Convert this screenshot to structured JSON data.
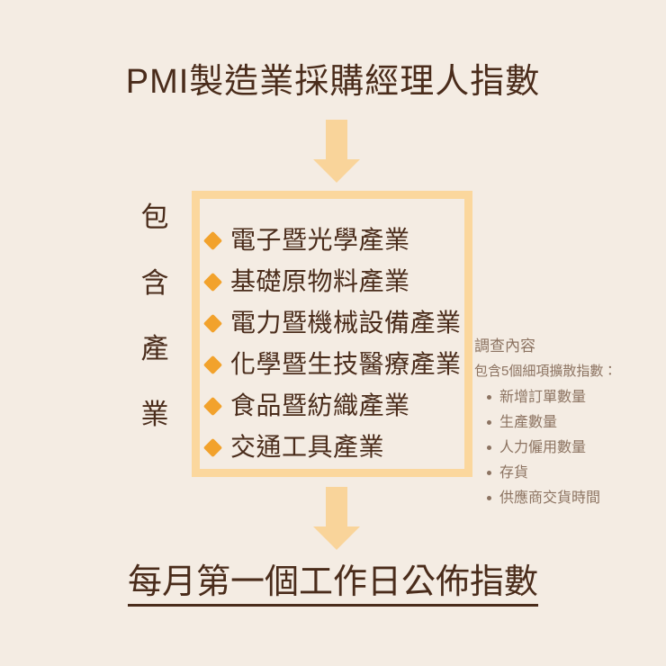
{
  "page": {
    "background_color": "#f4ece3",
    "text_color": "#4a2c1b",
    "accent_color": "#f9d49a",
    "diamond_color": "#f2a22c",
    "box_border_color": "#fbd79d",
    "secondary_text_color": "#8c7361"
  },
  "title": "PMI製造業採購經理人指數",
  "vertical_label": {
    "full_text": "包含產業",
    "chars": [
      "包",
      "含",
      "產",
      "業"
    ]
  },
  "industries": [
    {
      "label": "電子暨光學產業"
    },
    {
      "label": "基礎原物料產業"
    },
    {
      "label": "電力暨機械設備產業"
    },
    {
      "label": "化學暨生技醫療產業"
    },
    {
      "label": "食品暨紡織產業"
    },
    {
      "label": "交通工具產業"
    }
  ],
  "survey": {
    "title": "調查內容",
    "subtitle": "包含5個細項擴散指數：",
    "items": [
      {
        "label": "新增訂單數量"
      },
      {
        "label": "生產數量"
      },
      {
        "label": "人力僱用數量"
      },
      {
        "label": "存貨"
      },
      {
        "label": "供應商交貨時間"
      }
    ]
  },
  "bottom": {
    "text": "每月第一個工作日公佈指數"
  },
  "arrows": {
    "top": "down-arrow",
    "bottom": "down-arrow"
  }
}
